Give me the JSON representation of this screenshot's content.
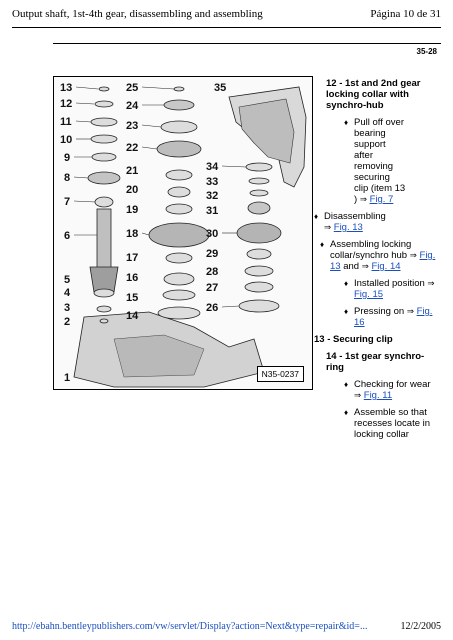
{
  "header": {
    "title": "Output shaft, 1st-4th gear, disassembling and assembling",
    "page": "Página 10 de 31"
  },
  "page_code": "35-28",
  "figure": {
    "reference": "N35-0237",
    "callouts": [
      "1",
      "2",
      "3",
      "4",
      "5",
      "6",
      "7",
      "8",
      "9",
      "10",
      "11",
      "12",
      "13",
      "14",
      "15",
      "16",
      "17",
      "18",
      "19",
      "20",
      "21",
      "22",
      "23",
      "24",
      "25",
      "26",
      "27",
      "28",
      "29",
      "30",
      "31",
      "32",
      "33",
      "34",
      "35"
    ]
  },
  "content": {
    "item12": {
      "title": "12 - 1st and 2nd gear locking collar with synchro-hub",
      "pull_off": "Pull off over bearing support after removing securing clip (item 13 )",
      "link_fig7": "Fig. 7"
    },
    "disassembling": {
      "text": "Disassembling",
      "link": "Fig. 13"
    },
    "assembling": {
      "text": "Assembling locking collar/synchro hub",
      "link1": "Fig. 13",
      "and": "and",
      "link2": "Fig. 14"
    },
    "installed": {
      "text": "Installed position",
      "link": "Fig. 15"
    },
    "pressing": {
      "text": "Pressing on",
      "link": "Fig. 16"
    },
    "item13": {
      "title": "13 - Securing clip"
    },
    "item14": {
      "title": "14 - 1st gear synchro-ring",
      "checking": "Checking for wear",
      "link": "Fig. 11",
      "assemble": "Assemble so that recesses locate in locking collar"
    },
    "arrow": "⇒",
    "bullet": "♦"
  },
  "footer": {
    "url": "http://ebahn.bentleypublishers.com/vw/servlet/Display?action=Next&type=repair&id=...",
    "date": "12/2/2005"
  }
}
